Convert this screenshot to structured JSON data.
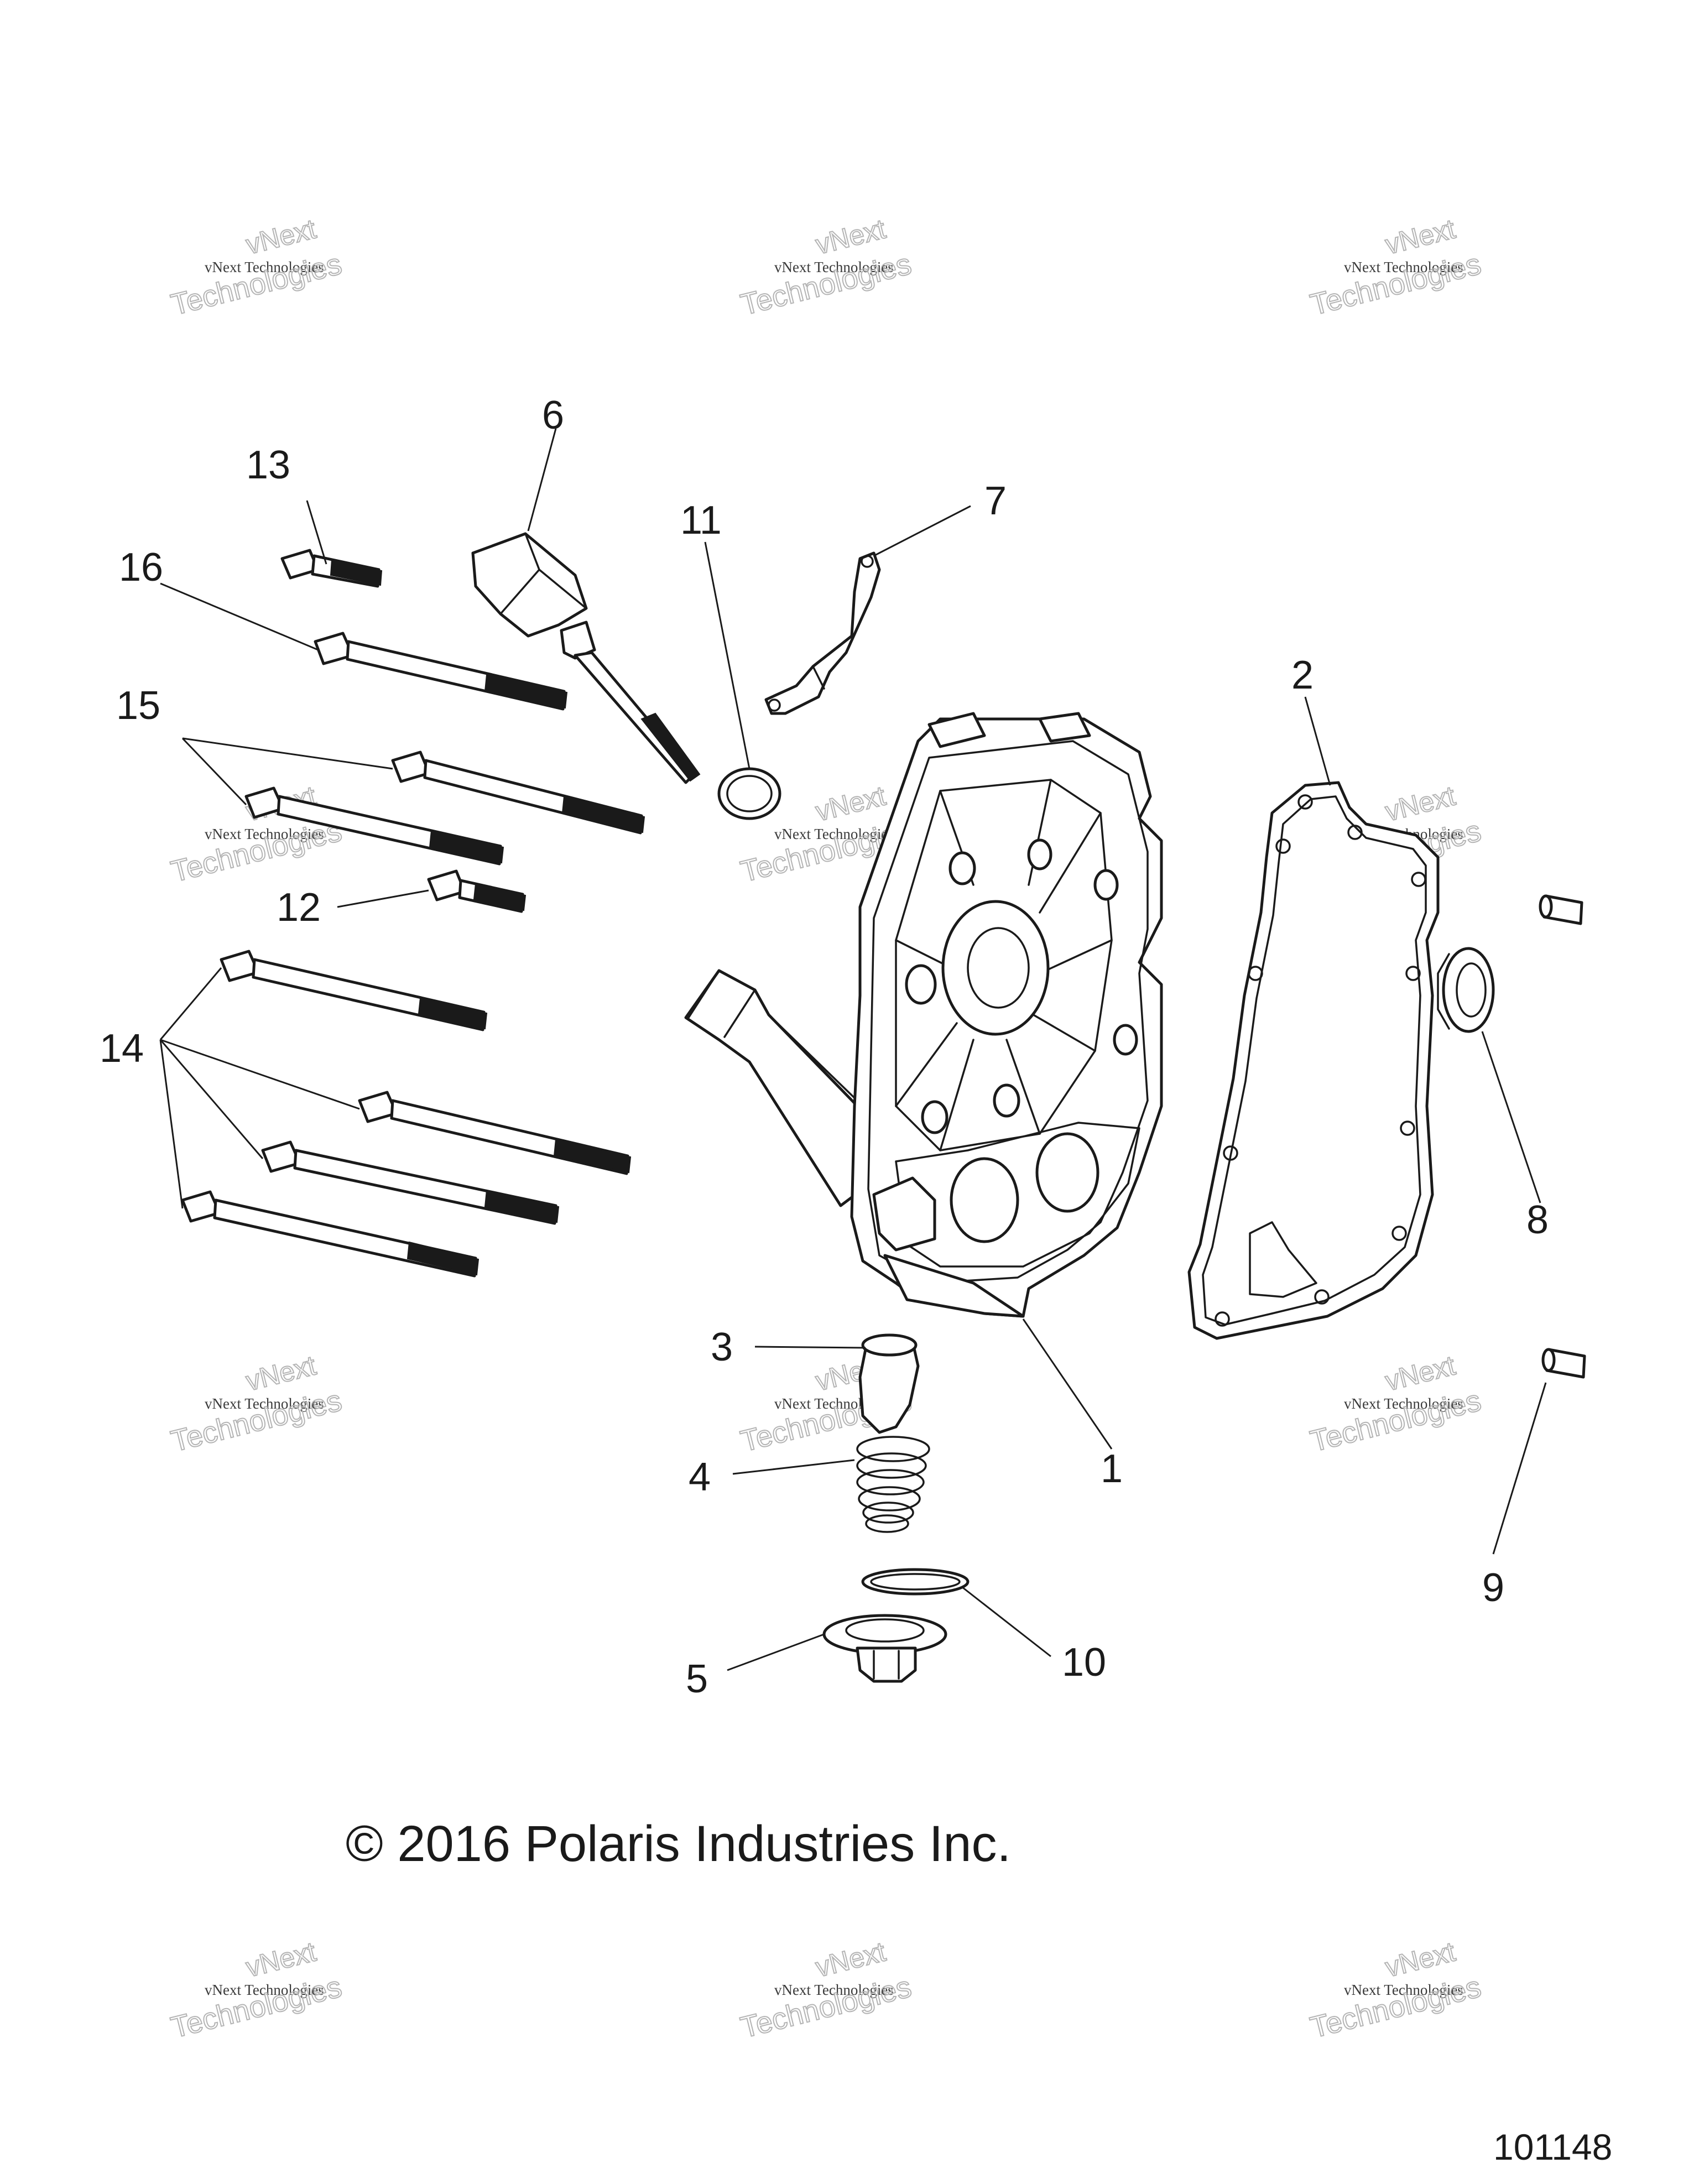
{
  "copyright": "© 2016 Polaris Industries Inc.",
  "figure_number": "101148",
  "watermark": {
    "brand": "vNext",
    "line1": "vNext Technologies",
    "line2": "Technologies"
  },
  "callouts": [
    "1",
    "2",
    "3",
    "4",
    "5",
    "6",
    "7",
    "8",
    "9",
    "10",
    "11",
    "12",
    "13",
    "14",
    "15",
    "16"
  ]
}
